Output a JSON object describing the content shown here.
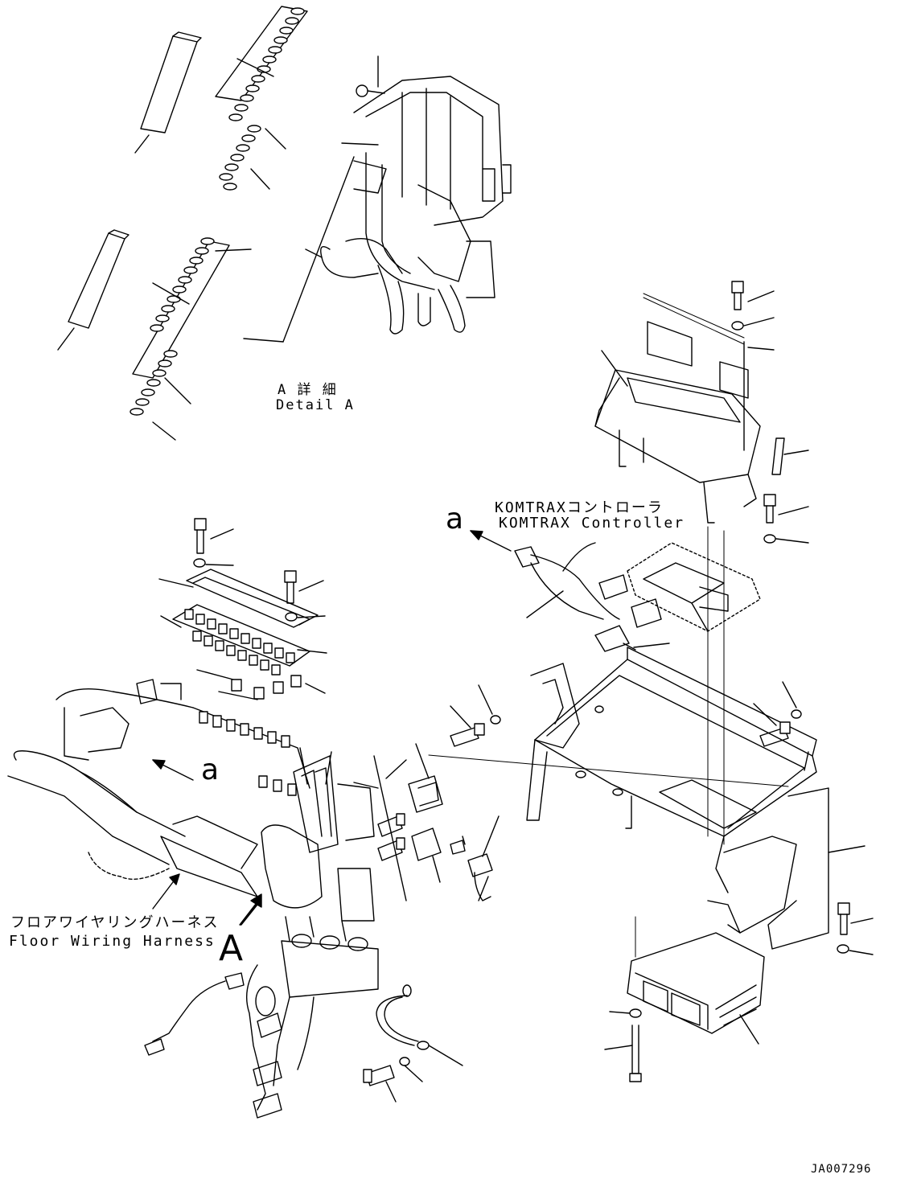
{
  "detail_a": {
    "jp": "A 詳 細",
    "en": "Detail A"
  },
  "komtrax": {
    "jp": "KOMTRAXコントローラ",
    "en": "KOMTRAX Controller"
  },
  "harness": {
    "jp": "フロアワイヤリングハーネス",
    "en": "Floor Wiring Harness"
  },
  "ref_a_upper": "a",
  "ref_a_lower": "a",
  "detail_marker": "A",
  "drawing_number": "JA007296"
}
